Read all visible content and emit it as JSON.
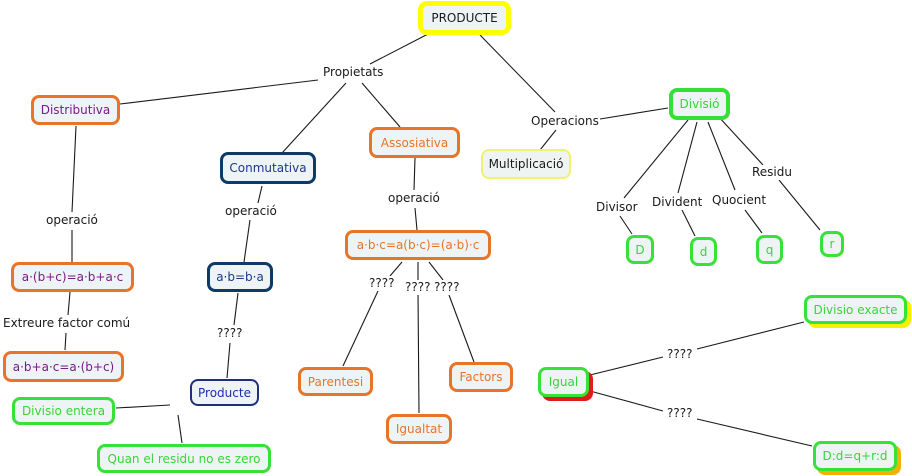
{
  "title": "PRODUCTE",
  "nodes": {
    "producte_root": "PRODUCTE",
    "distributiva": "Distributiva",
    "conmutativa": "Conmutativa",
    "assosiativa": "Assosiativa",
    "multiplicacio": "Multiplicació",
    "divisio": "Divisió",
    "distributiva_formula": "a·(b+c)=a·b+a·c",
    "factor_comu_formula": "a·b+a·c=a·(b+c)",
    "conmutativa_formula": "a·b=b·a",
    "producte": "Producte",
    "assosiativa_formula": "a·b·c=a(b·c)=(a·b)·c",
    "parentesi": "Parentesi",
    "igualtat": "Igualtat",
    "factors": "Factors",
    "D": "D",
    "d": "d",
    "q": "q",
    "r": "r",
    "divisio_entera": "Divisio entera",
    "quan_residu": "Quan el residu no es zero",
    "igual": "Igual",
    "divisio_exacte": "Divisio exacte",
    "formula_divisio": "D:d=q+r:d"
  },
  "links": {
    "propietats": "Propietats",
    "operacions": "Operacions",
    "operacio_distributiva": "operació",
    "extreure_factor_comu": "Extreure factor comú",
    "operacio_conmutativa": "operació",
    "unknown_conmutativa": "????",
    "operacio_assosiativa": "operació",
    "unknown_parentesi": "????",
    "unknown_igualtat": "????",
    "unknown_factors": "????",
    "divisor": "Divisor",
    "divident": "Divident",
    "quocient": "Quocient",
    "residu": "Residu",
    "unknown_exacte": "????",
    "unknown_formula": "????"
  },
  "colors": {
    "root_border": "#ffff00",
    "orange": "#e8742a",
    "navy": "#0d3b66",
    "green": "#37e237",
    "purple_text": "#7a1a8a",
    "node_fill": "#eef3f5"
  }
}
